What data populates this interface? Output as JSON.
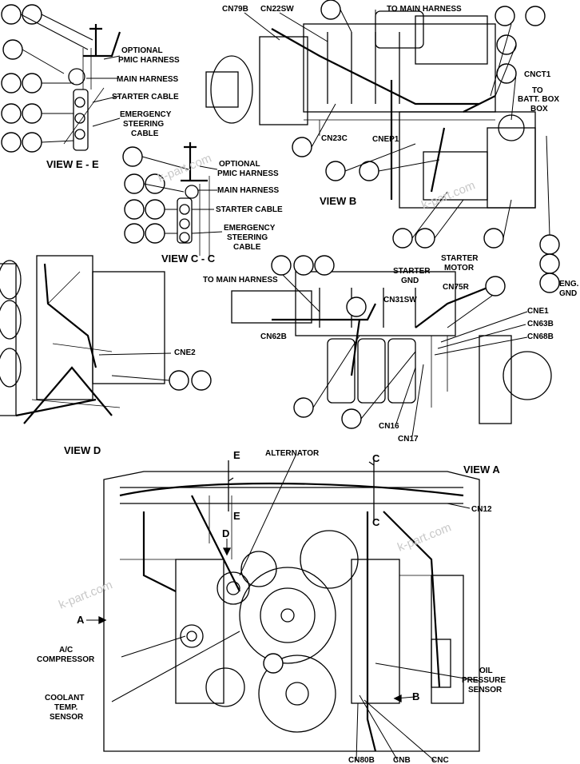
{
  "views": {
    "e": {
      "title": "VIEW E - E",
      "labels": [
        "OPTIONAL",
        "PMIC HARNESS",
        "MAIN HARNESS",
        "STARTER CABLE",
        "EMERGENCY",
        "STEERING",
        "CABLE"
      ]
    },
    "c": {
      "title": "VIEW C - C",
      "labels": [
        "OPTIONAL",
        "PMIC HARNESS",
        "MAIN HARNESS",
        "STARTER CABLE",
        "EMERGENCY",
        "STEERING",
        "CABLE"
      ]
    },
    "b": {
      "title": "VIEW   B",
      "labels": [
        "CN79B",
        "CN22SW",
        "TO MAIN HARNESS",
        "CNCT1",
        "TO",
        "BATT. BOX",
        "BOX",
        "CN23C",
        "CNEP1",
        "STARTER",
        "MOTOR",
        "STARTER",
        "GND",
        "ENG.",
        "GND"
      ]
    },
    "d": {
      "title": "VIEW   D",
      "labels": [
        "CNE2"
      ]
    },
    "mid": {
      "labels": [
        "TO MAIN HARNESS",
        "CN31SW",
        "CN75R",
        "CNE1",
        "CN63B",
        "CN68B",
        "CN62B",
        "CN16",
        "CN17"
      ]
    },
    "a": {
      "title": "VIEW   A",
      "labels": [
        "ALTERNATOR",
        "E",
        "E",
        "C",
        "C",
        "D",
        "CN12",
        "A",
        "A/C",
        "COMPRESSOR",
        "OIL",
        "PRESSURE",
        "SENSOR",
        "COOLANT",
        "TEMP.",
        "SENSOR",
        "B",
        "CN80B",
        "CNB",
        "CNC"
      ]
    }
  },
  "watermark": "k-part.com"
}
